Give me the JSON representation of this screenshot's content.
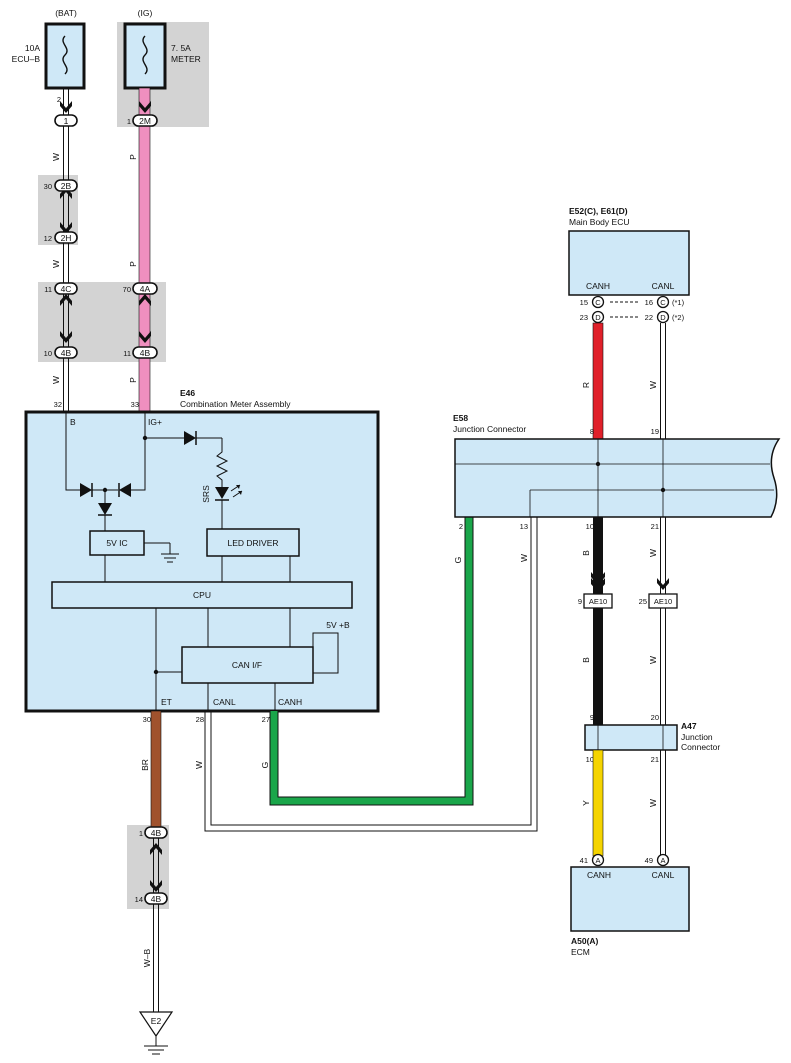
{
  "fuses": [
    {
      "supply": "(BAT)",
      "rating": "10A",
      "name": "ECU–B",
      "pin": "2",
      "connector": "1"
    },
    {
      "supply": "(IG)",
      "rating": "7. 5A",
      "name": "METER",
      "pin": "1",
      "connector": "2M"
    }
  ],
  "wire_colors": {
    "W": "W",
    "P": "P",
    "R": "R",
    "G": "G",
    "B": "B",
    "Y": "Y",
    "BR": "BR",
    "WB": "W–B"
  },
  "left_connectors": [
    {
      "pin": "30",
      "id": "2B"
    },
    {
      "pin": "12",
      "id": "2H"
    },
    {
      "pin": "11",
      "id": "4C"
    },
    {
      "pin": "70",
      "id": "4A"
    },
    {
      "pin": "10",
      "id": "4B"
    },
    {
      "pin": "11",
      "id": "4B"
    }
  ],
  "meter": {
    "code": "E46",
    "name": "Combination Meter Assembly",
    "pins": {
      "b": "32",
      "ig": "33",
      "et": "30",
      "canl": "28",
      "canh": "27"
    },
    "labels": {
      "b": "B",
      "ig": "IG+",
      "srs": "SRS",
      "ic": "5V IC",
      "led": "LED DRIVER",
      "cpu": "CPU",
      "canif": "CAN I/F",
      "v5b": "5V +B",
      "et": "ET",
      "canl": "CANL",
      "canh": "CANH"
    }
  },
  "ground_connectors": [
    {
      "pin": "1",
      "id": "4B"
    },
    {
      "pin": "14",
      "id": "4B"
    }
  ],
  "ground": {
    "code": "E2"
  },
  "main_body_ecu": {
    "code": "E52(C), E61(D)",
    "name": "Main Body ECU",
    "canh": "CANH",
    "canl": "CANL",
    "row1": {
      "pin_h": "15",
      "id_h": "C",
      "pin_l": "16",
      "id_l": "C",
      "note": "(*1)"
    },
    "row2": {
      "pin_h": "23",
      "id_h": "D",
      "pin_l": "22",
      "id_l": "D",
      "note": "(*2)"
    }
  },
  "junction_e58": {
    "code": "E58",
    "name": "Junction Connector",
    "pins": {
      "top_h": "8",
      "top_l": "19",
      "bot_g": "2",
      "bot_w": "13",
      "bot_h": "10",
      "bot_l": "21"
    }
  },
  "inline_ae10": {
    "pin_h": "9",
    "id_h": "AE10",
    "pin_l": "25",
    "id_l": "AE10"
  },
  "junction_a47": {
    "code": "A47",
    "name_line1": "Junction",
    "name_line2": "Connector",
    "pins": {
      "top_h": "9",
      "top_l": "20",
      "bot_h": "10",
      "bot_l": "21"
    }
  },
  "ecm": {
    "code": "A50(A)",
    "name": "ECM",
    "canh": "CANH",
    "canl": "CANL",
    "pin_h": "41",
    "id_h": "A",
    "pin_l": "49",
    "id_l": "A"
  },
  "colors": {
    "pink": "#ef8fbf",
    "red": "#e0202a",
    "green": "#1aa64a",
    "brown": "#a0522d",
    "yellow": "#f5d400",
    "black": "#111111",
    "box_fill": "#cfe8f7",
    "shade": "#d3d3d3"
  }
}
